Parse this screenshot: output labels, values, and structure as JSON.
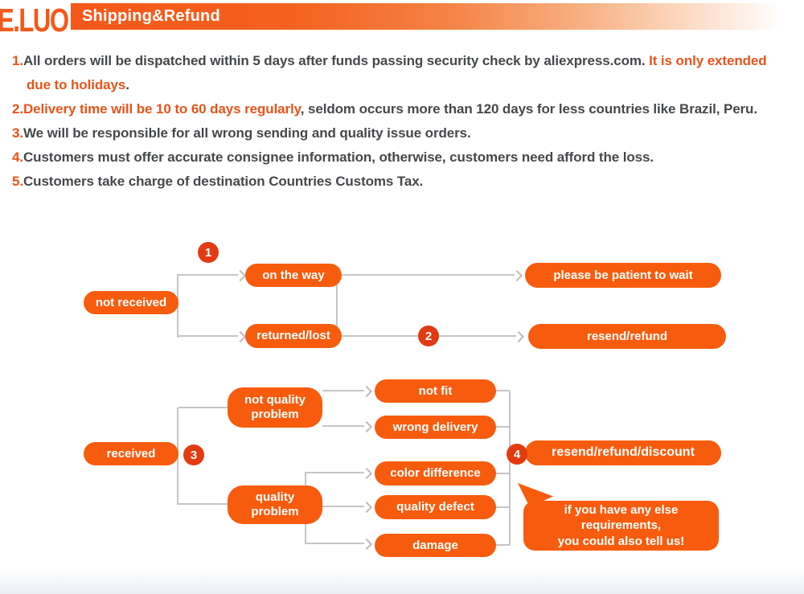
{
  "header": {
    "logo": "E.LUO",
    "banner_title": "Shipping&Refund"
  },
  "policies": [
    {
      "num": "1.",
      "segments": [
        {
          "style": "dark",
          "text": "All orders will be dispatched within 5 days after funds passing security check by aliexpress.com. "
        },
        {
          "style": "orange",
          "text": "It is only extended due to holidays"
        },
        {
          "style": "dark",
          "text": "."
        }
      ]
    },
    {
      "num": "2.",
      "segments": [
        {
          "style": "orange",
          "text": "Delivery time will be 10 to 60 days regularly"
        },
        {
          "style": "dark",
          "text": ", seldom occurs more than 120 days for less countries like Brazil, Peru."
        }
      ]
    },
    {
      "num": "3.",
      "segments": [
        {
          "style": "dark",
          "text": "We will be responsible for all wrong sending and quality issue orders."
        }
      ]
    },
    {
      "num": "4.",
      "segments": [
        {
          "style": "dark",
          "text": "Customers must offer accurate consignee information, otherwise, customers need afford the loss."
        }
      ]
    },
    {
      "num": "5.",
      "segments": [
        {
          "style": "dark",
          "text": "Customers take charge of destination Countries Customs Tax."
        }
      ]
    }
  ],
  "flowchart": {
    "nodes": {
      "not_received": "not received",
      "on_the_way": "on the way",
      "returned_lost": "returned/lost",
      "patient_wait": "please be patient to wait",
      "resend_refund": "resend/refund",
      "received": "received",
      "not_quality_problem": "not quality problem",
      "quality_problem": "quality problem",
      "not_fit": "not fit",
      "wrong_delivery": "wrong delivery",
      "color_difference": "color difference",
      "quality_defect": "quality defect",
      "damage": "damage",
      "resend_refund_discount": "resend/refund/discount"
    },
    "badges": {
      "b1": "1",
      "b2": "2",
      "b3": "3",
      "b4": "4"
    },
    "bubble": {
      "line1": "if you have any else requirements,",
      "line2": "you could also tell us!"
    }
  },
  "colors": {
    "pill_orange": "#f75c0e",
    "badge_red_orange": "#e23a11",
    "connector_gray": "#c5c5c5",
    "banner_orange": "#f4581a",
    "text_dark": "#45484b",
    "text_orange": "#ea531a"
  }
}
